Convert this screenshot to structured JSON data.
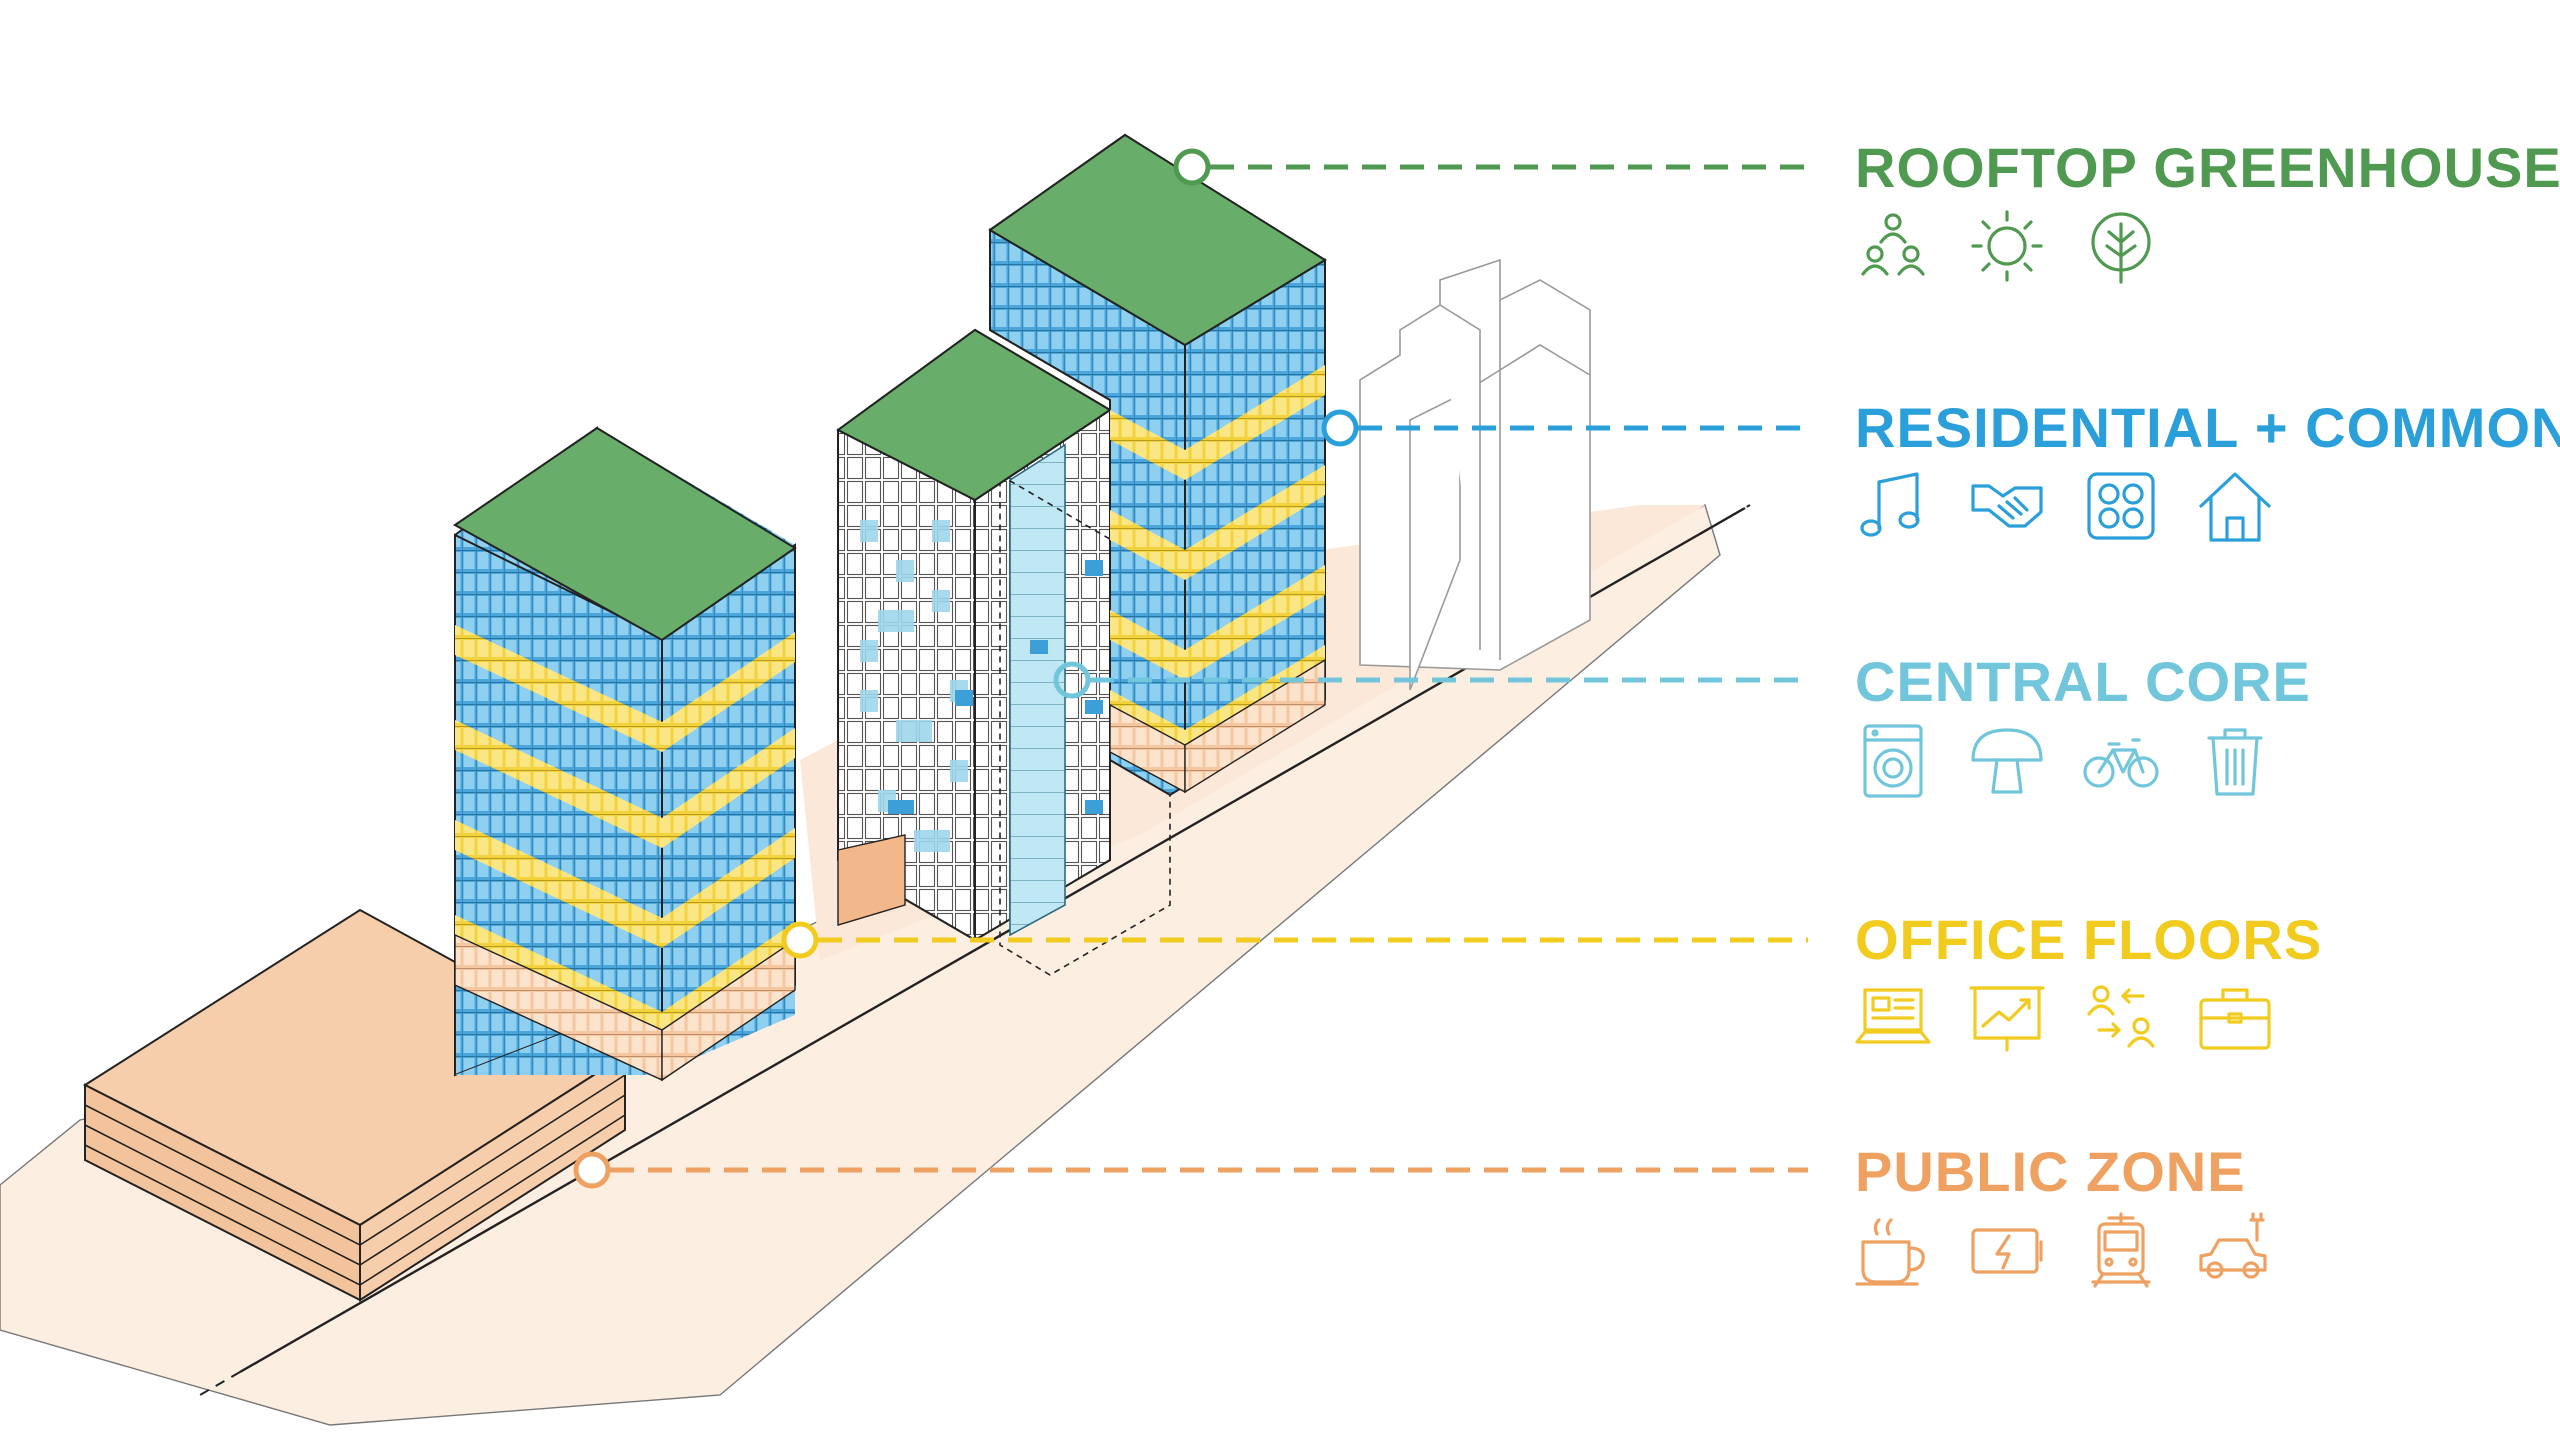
{
  "colors": {
    "greenhouse": "#4f9a50",
    "residential": "#2a9fd9",
    "core": "#72c6dc",
    "office": "#f2cb1f",
    "public": "#eea160",
    "roof_green": "#69ad6a",
    "facade_blue": "#4aa6dc",
    "band_yellow": "#f3d23e",
    "podium_peach": "#f6ceab",
    "ground_tint": "#fdeee2"
  },
  "zones": [
    {
      "id": "greenhouse",
      "label": "ROOFTOP GREENHOUSE",
      "icons": [
        "community-icon",
        "sun-icon",
        "leaf-icon"
      ]
    },
    {
      "id": "residential",
      "label": "RESIDENTIAL + COMMON",
      "icons": [
        "music-icon",
        "handshake-icon",
        "cooktop-icon",
        "house-icon"
      ]
    },
    {
      "id": "core",
      "label": "CENTRAL CORE",
      "icons": [
        "washing-machine-icon",
        "mushroom-icon",
        "bicycle-icon",
        "trash-bin-icon"
      ]
    },
    {
      "id": "office",
      "label": "OFFICE FLOORS",
      "icons": [
        "laptop-icon",
        "presentation-chart-icon",
        "people-exchange-icon",
        "briefcase-icon"
      ]
    },
    {
      "id": "public",
      "label": "PUBLIC ZONE",
      "icons": [
        "coffee-cup-icon",
        "battery-charging-icon",
        "tram-icon",
        "electric-car-icon"
      ]
    }
  ]
}
